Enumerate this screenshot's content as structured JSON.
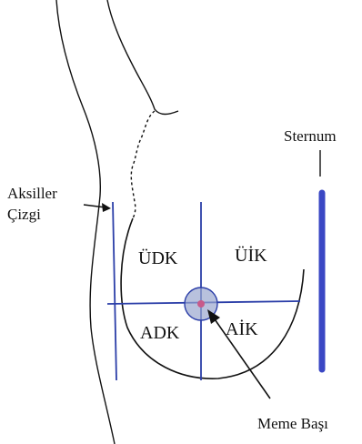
{
  "labels": {
    "axillary_line_line1": "Aksiller",
    "axillary_line_line2": "Çizgi",
    "sternum": "Sternum",
    "nipple": "Meme Başı"
  },
  "quadrants": {
    "upper_outer": "ÜDK",
    "upper_inner": "ÜİK",
    "lower_outer": "ADK",
    "lower_inner": "AİK"
  },
  "colors": {
    "outline": "#111111",
    "axis_lines": "#2b3ea8",
    "sternum_bar": "#3a47c4",
    "areola": "#9aa7cf",
    "nipple_dot": "#c85a8a"
  }
}
